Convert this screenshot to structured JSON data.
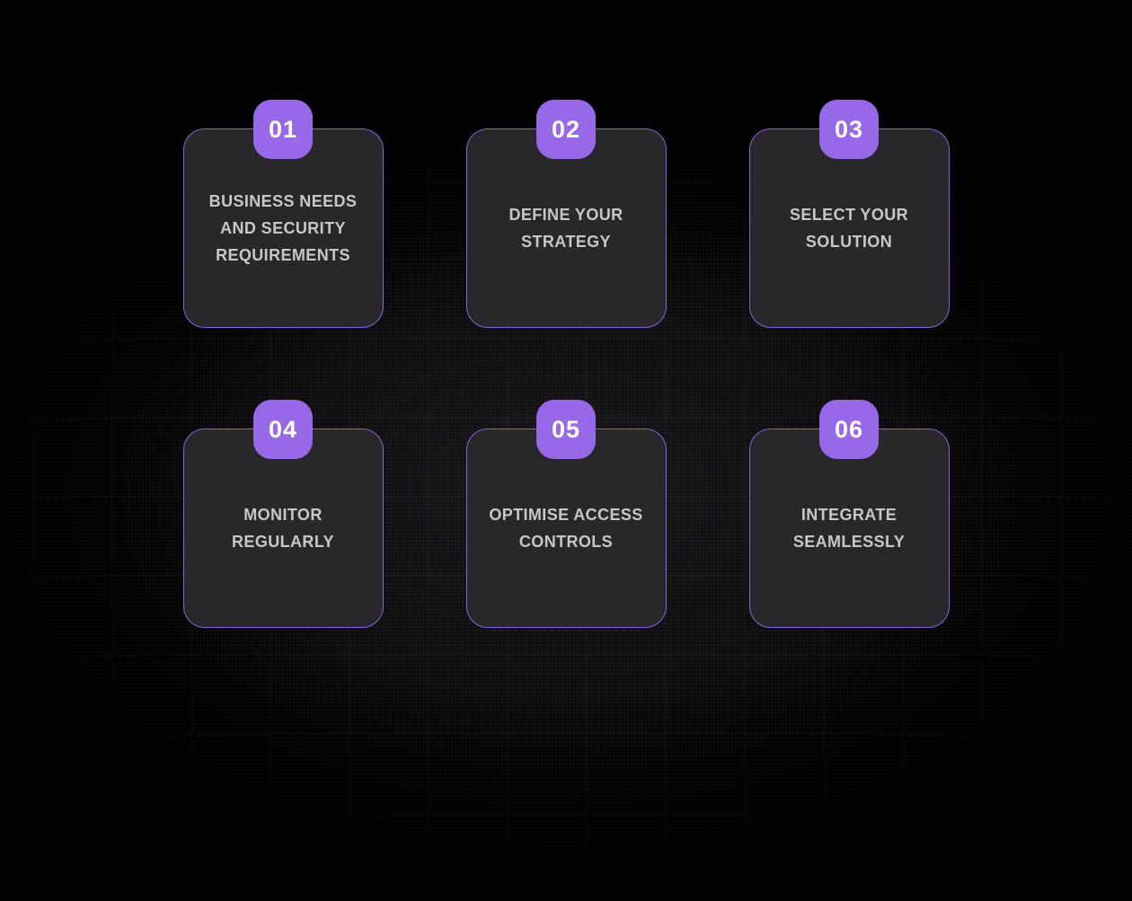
{
  "colors": {
    "badge-bg": "#9768e8",
    "badge-text": "#ffffff",
    "card-bg": "#28282b",
    "card-border": "#8e5ede",
    "title-text": "#c7c7ca",
    "page-bg": "#020202"
  },
  "steps": [
    {
      "number": "01",
      "title": "BUSINESS NEEDS\nAND SECURITY\nREQUIREMENTS"
    },
    {
      "number": "02",
      "title": "DEFINE YOUR\nSTRATEGY"
    },
    {
      "number": "03",
      "title": "SELECT YOUR\nSOLUTION"
    },
    {
      "number": "04",
      "title": "MONITOR\nREGULARLY"
    },
    {
      "number": "05",
      "title": "OPTIMISE ACCESS\nCONTROLS"
    },
    {
      "number": "06",
      "title": "INTEGRATE\nSEAMLESSLY"
    }
  ]
}
